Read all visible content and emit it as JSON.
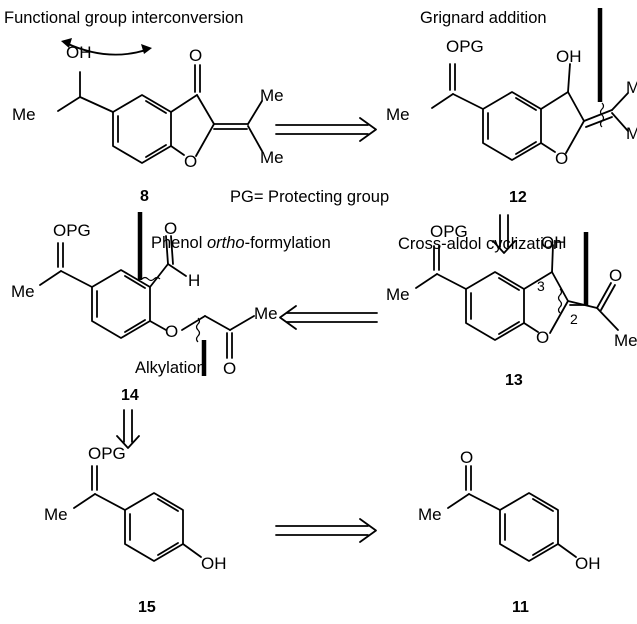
{
  "labels": {
    "fgi": "Functional group interconversion",
    "grignard": "Grignard addition",
    "pg_note": "PG= Protecting group",
    "phenol_pre": "Phenol ",
    "phenol_ortho": "ortho",
    "phenol_post": "-formylation",
    "cross_aldol": "Cross-aldol cyclization",
    "alkylation": "Alkylation"
  },
  "compounds": {
    "c8": "8",
    "c12": "12",
    "c13": "13",
    "c14": "14",
    "c15": "15",
    "c11": "11"
  },
  "atoms": {
    "OH": "OH",
    "O": "O",
    "Me": "Me",
    "OPG": "OPG",
    "H": "H",
    "num3": "3",
    "num2": "2"
  }
}
